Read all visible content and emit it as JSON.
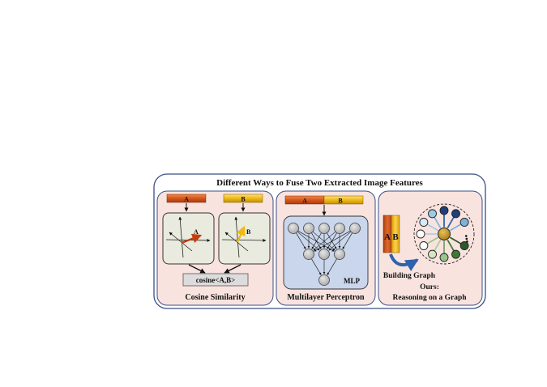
{
  "title": "Different Ways to Fuse Two Extracted Image Features",
  "panels": {
    "cosine": {
      "caption": "Cosine Similarity",
      "feature_a": "A",
      "feature_b": "B",
      "vector_a": "A",
      "vector_b": "B",
      "formula": "cosine<A,B>"
    },
    "mlp": {
      "caption": "Multilayer Perceptron",
      "feature_a": "A",
      "feature_b": "B",
      "box_label": "MLP"
    },
    "graph": {
      "stack_a": "A",
      "stack_b": "B",
      "build_label": "Building Graph",
      "caption_line1": "Ours:",
      "caption_line2": "Reasoning on a Graph"
    }
  },
  "colors": {
    "frame_border": "#3a4f86",
    "panel_fill": "#f9e3df",
    "feature_a": "#d8561e",
    "feature_b": "#efb915",
    "axes_box": "#e8ebde",
    "mlp_box": "#c9d6ec",
    "node_gray": "#c6c6c6",
    "center_node": "#c79a2a",
    "curve_arrow": "#2f62ad"
  }
}
